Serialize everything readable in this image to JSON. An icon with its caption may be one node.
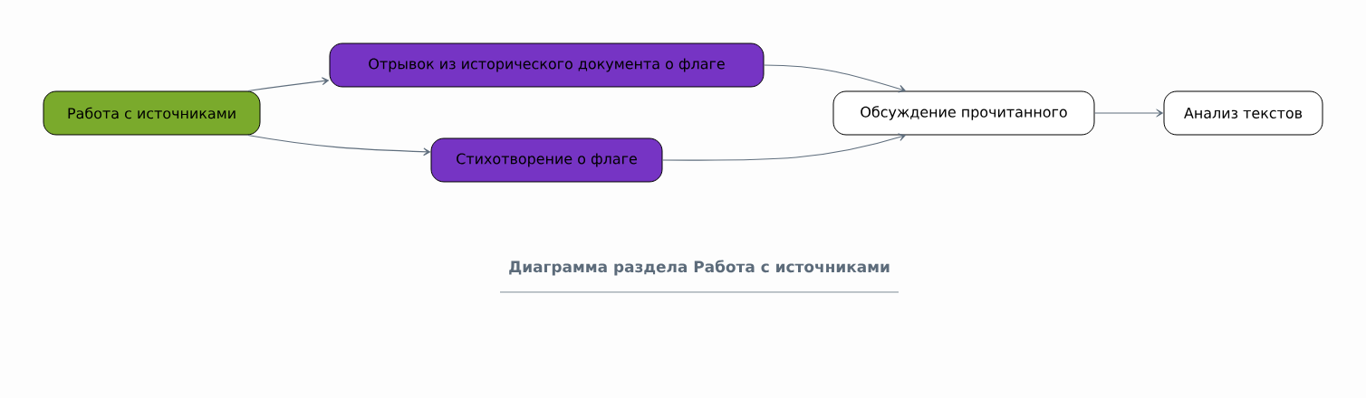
{
  "diagram": {
    "caption": "Диаграмма раздела Работа с источниками",
    "nodes": [
      {
        "text": [
          "Работа с источниками"
        ]
      },
      {
        "text": [
          "Отрывок из исторического документа о флаге"
        ]
      },
      {
        "text": [
          "Стихотворение о флаге"
        ]
      },
      {
        "text": [
          "Обсуждение прочитанного"
        ]
      },
      {
        "text": [
          "Анализ текстов"
        ]
      }
    ],
    "edges": [
      {
        "from": 0,
        "to": 1,
        "arrow": "to"
      },
      {
        "from": 0,
        "to": 2,
        "arrow": "to"
      },
      {
        "from": 1,
        "to": 3,
        "arrow": "to"
      },
      {
        "from": 2,
        "to": 3,
        "arrow": "to"
      },
      {
        "from": 3,
        "to": 4,
        "arrow": "to"
      }
    ]
  }
}
